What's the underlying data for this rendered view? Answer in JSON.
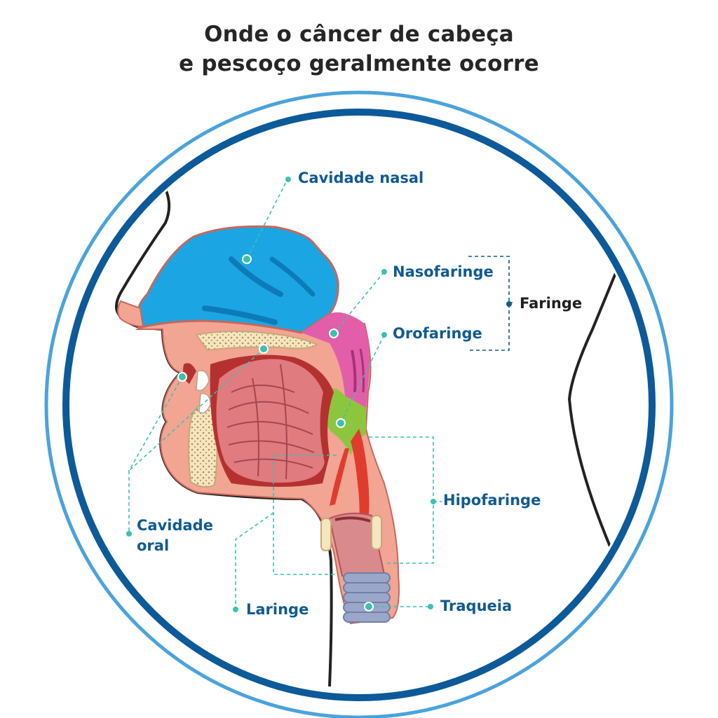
{
  "title": {
    "line1": "Onde o câncer de cabeça",
    "line2": "e pescoço geralmente ocorre"
  },
  "labels": {
    "cavidade_nasal": "Cavidade nasal",
    "nasofaringe": "Nasofaringe",
    "orofaringe": "Orofaringe",
    "faringe": "Faringe",
    "hipofaringe": "Hipofaringe",
    "cavidade_oral_line1": "Cavidade",
    "cavidade_oral_line2": "oral",
    "laringe": "Laringe",
    "traqueia": "Traqueia"
  },
  "colors": {
    "label_blue": "#105a93",
    "label_dark": "#1f1f1f",
    "leader_teal": "#3cc0b0",
    "ring_outer": "#4aa3dc",
    "ring_inner": "#0c5a99",
    "nasal": "#1ba6e3",
    "nasopharynx": "#e35ea9",
    "oropharynx": "#8cc63f",
    "tissue": "#f1a592",
    "tongue": "#e07b7f",
    "bone": "#f4e6bf",
    "trachea": "#9aa7c8"
  }
}
